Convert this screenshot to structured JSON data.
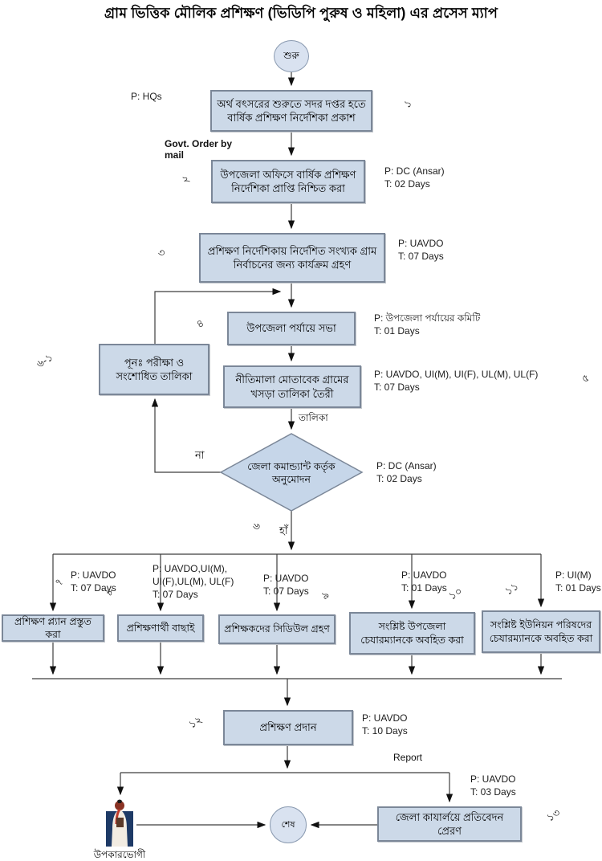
{
  "title": "গ্রাম ভিত্তিক মৌলিক প্রশিক্ষণ (ভিডিপি পুরুষ ও মহিলা) এর প্রসেস ম্যাপ",
  "terminals": {
    "start": "শুরু",
    "end": "শেষ"
  },
  "edge_labels": {
    "govt_order_line1": "Govt. Order by",
    "govt_order_line2": "mail",
    "list": "তালিকা",
    "no": "না",
    "yes": "হাঁ",
    "report": "Report"
  },
  "beneficiary": {
    "label": "উপকারভোগী"
  },
  "steps": {
    "s1": {
      "num": "১",
      "text": "অর্থ বৎসরের শুরুতে সদর দপ্তর হতে বার্ষিক প্রশিক্ষণ নির্দেশিকা প্রকাশ",
      "p": "P: HQs"
    },
    "s2": {
      "num": "২",
      "text": "উপজেলা অফিসে বার্ষিক প্রশিক্ষণ নির্দেশিকা প্রাপ্তি নিশ্চিত করা",
      "p": "P: DC (Ansar)",
      "t": "T: 02 Days"
    },
    "s3": {
      "num": "৩",
      "text": "প্রশিক্ষণ নির্দেশিকায় নির্দেশিত সংখ্যক গ্রাম নির্বাচনের জন্য কার্যক্রম গ্রহণ",
      "p": "P: UAVDO",
      "t": "T: 07 Days"
    },
    "s4": {
      "num": "৪",
      "text": "উপজেলা পর্যায়ে  সভা",
      "p": "P: উপজেলা পর্যায়ের কমিটি",
      "t": "T: 01 Days"
    },
    "s5": {
      "num": "৫",
      "text": "নীতিমালা মোতাবেক গ্রামের খসড়া তালিকা তৈরী",
      "p": "P: UAVDO, UI(M), UI(F), UL(M), UL(F)",
      "t": "T: 07 Days"
    },
    "s6": {
      "num": "৬",
      "text": "জেলা কমান্ড্যান্ট কর্তৃক অনুমোদন",
      "p": "P: DC (Ansar)",
      "t": "T: 02 Days"
    },
    "s6_1": {
      "num": "৬-১",
      "text": "পূনঃ পরীক্ষা ও সংশোধিত তালিকা"
    },
    "s7": {
      "num": "৭",
      "text": "প্রশিক্ষণ প্ল্যান প্রস্তুত করা",
      "p": "P: UAVDO",
      "t": "T: 07 Days"
    },
    "s8": {
      "num": "৮",
      "text": "প্রশিক্ষণার্থী বাছাই",
      "p": "P:  UAVDO,UI(M),",
      "p2": "UI(F),UL(M), UL(F)",
      "t": "T: 07 Days"
    },
    "s9": {
      "num": "৯",
      "text": "প্রশিক্ষকদের সিডিউল গ্রহণ",
      "p": "P: UAVDO",
      "t": "T: 07 Days"
    },
    "s10": {
      "num": "১০",
      "text": "সংশ্লিষ্ট উপজেলা চেযারম্যানকে অবহিত করা",
      "p": "P: UAVDO",
      "t": "T: 01 Days"
    },
    "s11": {
      "num": "১১",
      "text": "সংশ্লিষ্ট ইউনিয়ন পরিষদের চেযারম্যানকে অবহিত করা",
      "p": "P: UI(M)",
      "t": "T: 01 Days"
    },
    "s12": {
      "num": "১২",
      "text": "প্রশিক্ষণ প্রদান",
      "p": "P: UAVDO",
      "t": "T: 10 Days"
    },
    "s13": {
      "num": "১৩",
      "text": "জেলা কাযার্লয়ে প্রতিবেদন প্রেরণ",
      "p": "P: UAVDO",
      "t": "T: 03 Days"
    }
  },
  "colors": {
    "box_fill": "#ccd9e8",
    "box_border": "#7b8798",
    "terminal_fill": "#d9e2f0",
    "diamond_fill": "#c6d6e9",
    "line": "#3d3d3d",
    "beneficiary_bg": "#1e3a66"
  }
}
